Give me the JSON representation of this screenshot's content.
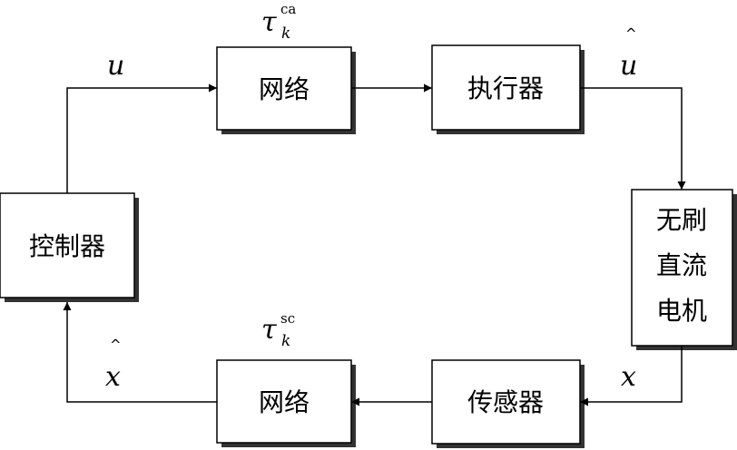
{
  "blocks": {
    "controller": "控制器",
    "network_top": "网络",
    "actuator": "执行器",
    "motor": [
      "无刷",
      "直流",
      "电机"
    ],
    "sensor": "传感器",
    "network_bottom": "网络"
  },
  "signals": {
    "u": "u",
    "u_hat": "u",
    "hat": "^",
    "x": "x",
    "x_hat": "x"
  },
  "delays": {
    "tau": "τ",
    "top_sup": "ca",
    "top_sub": "k",
    "bottom_sup": "sc",
    "bottom_sub": "k"
  }
}
